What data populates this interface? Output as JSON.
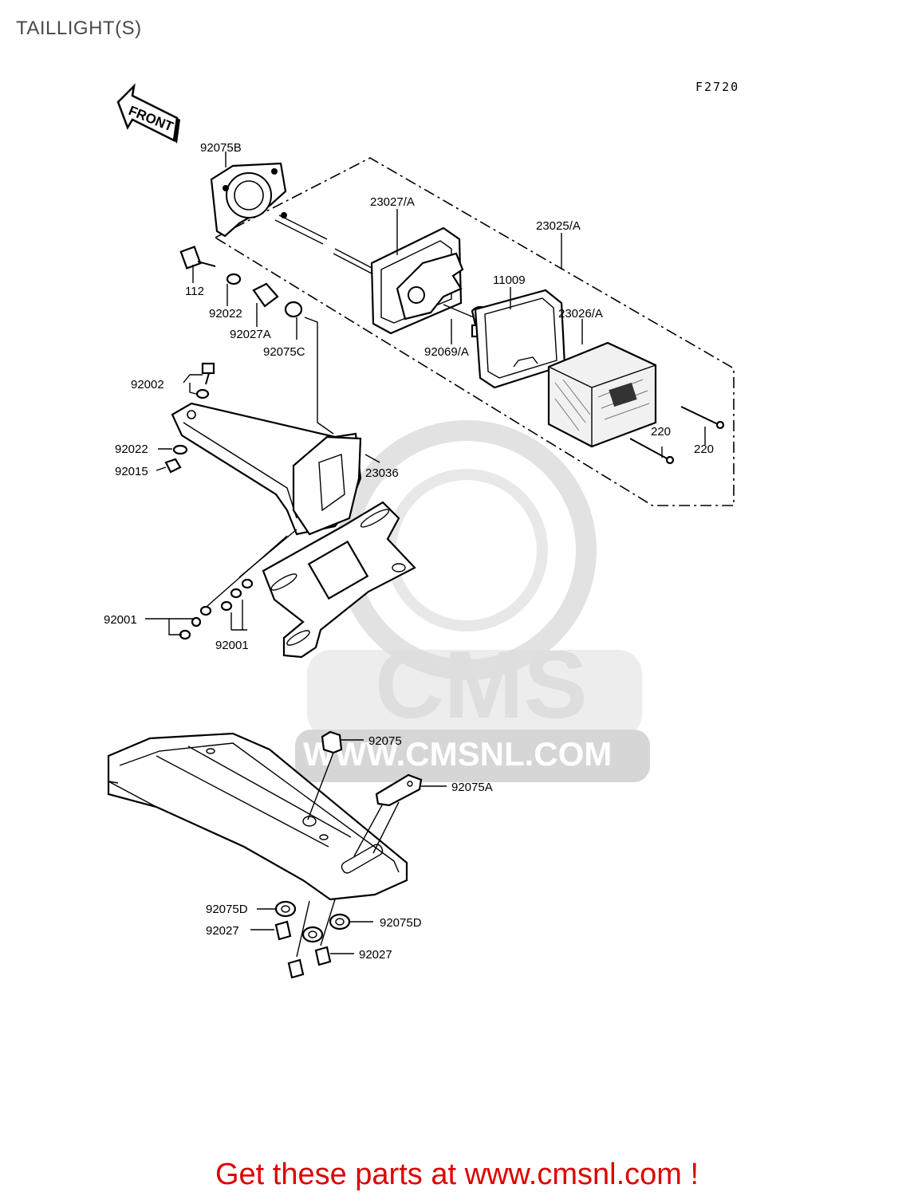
{
  "page": {
    "title": "TAILLIGHT(S)"
  },
  "diagram": {
    "figure_code": "F2720",
    "front_arrow_label": "FRONT",
    "parts": {
      "p92075B": "92075B",
      "p23027A": "23027/A",
      "p23025A": "23025/A",
      "p112": "112",
      "p92022_top": "92022",
      "p11009": "11009",
      "p23026A": "23026/A",
      "p92027A": "92027A",
      "p92075C": "92075C",
      "p92069A": "92069/A",
      "p92002": "92002",
      "p220_a": "220",
      "p220_b": "220",
      "p92022_mid": "92022",
      "p92015": "92015",
      "p23036": "23036",
      "p92001_left": "92001",
      "p92001_bottom": "92001",
      "p92075": "92075",
      "p92075A": "92075A",
      "p92075D_left": "92075D",
      "p92027_left": "92027",
      "p92075D_right": "92075D",
      "p92027_right": "92027"
    }
  },
  "watermark": {
    "brand": "CMS",
    "url": "WWW.CMSNL.COM"
  },
  "footer": {
    "link_text": "Get these parts at www.cmsnl.com !"
  },
  "colors": {
    "footer_link": "#dc0000",
    "title": "#4a4a4a",
    "watermark": "#dedede"
  }
}
